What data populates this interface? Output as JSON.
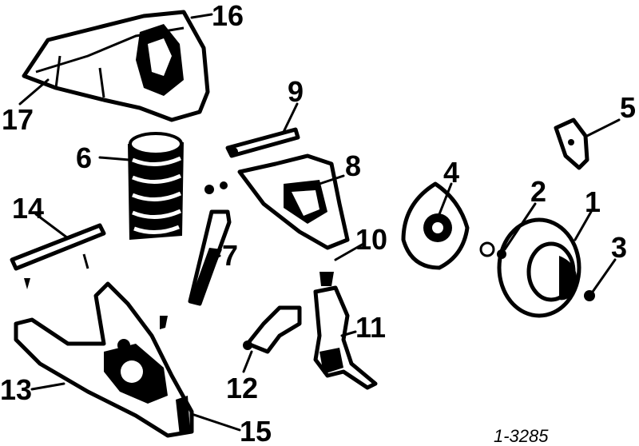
{
  "diagram": {
    "callouts": [
      "16",
      "17",
      "9",
      "5",
      "6",
      "8",
      "4",
      "2",
      "1",
      "14",
      "10",
      "3",
      "7",
      "11",
      "13",
      "12",
      "15"
    ],
    "drawing_code": "1-3285",
    "colors": {
      "ink": "#000000",
      "paper": "#ffffff"
    }
  }
}
